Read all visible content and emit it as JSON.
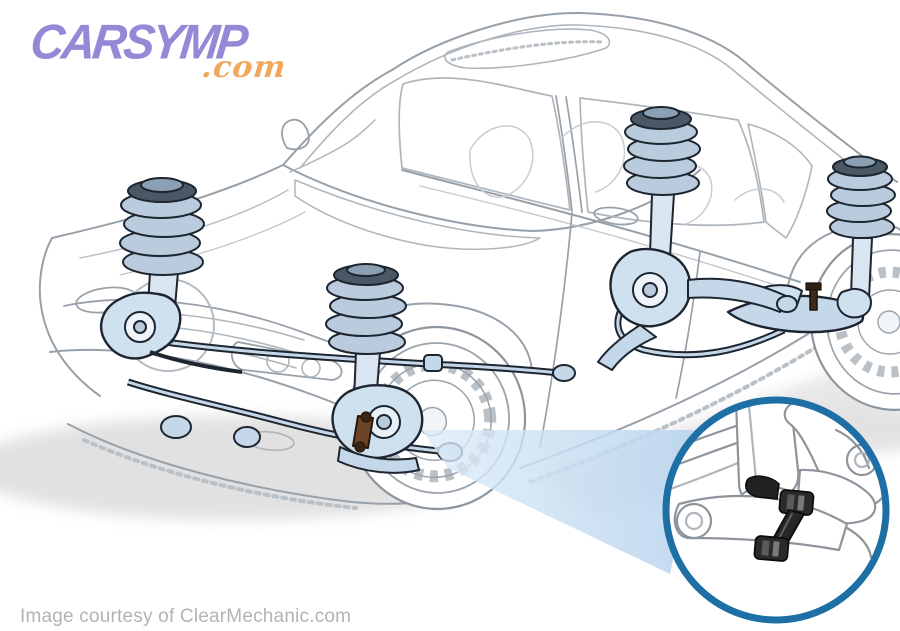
{
  "logo": {
    "brand": "CARSYMP",
    "tld": ".com",
    "brand_color": "#9489d6",
    "tld_color": "#f0a75e"
  },
  "caption": {
    "text": "Image courtesy of ClearMechanic.com",
    "color": "#b3b3b3"
  },
  "illustration": {
    "subject": "sedan-suspension-cutaway-diagram",
    "colors": {
      "body_line": "#98a1a9",
      "faint_line": "#c2c8ce",
      "suspension_fill": "#c5d8e9",
      "suspension_light": "#e8f1f8",
      "suspension_dark_stroke": "#1c2530",
      "spring_fill": "#b9cbdc",
      "highlight_link_brown": "#6e4426",
      "callout_ring_blue": "#1d6fa5",
      "beam_blue": "#c9def2",
      "end_link_black": "#262626",
      "shadow_gray": "#cfcfcf"
    },
    "parts": [
      "front-left-strut-assembly",
      "front-right-strut-assembly",
      "rear-left-strut-assembly",
      "rear-right-strut-assembly",
      "steering-tie-rod-bar",
      "front-sway-bar",
      "rear-sway-bar",
      "rear-trailing-arm",
      "sway-bar-end-link"
    ],
    "callout_subject": "sway-bar-end-link-closeup"
  }
}
